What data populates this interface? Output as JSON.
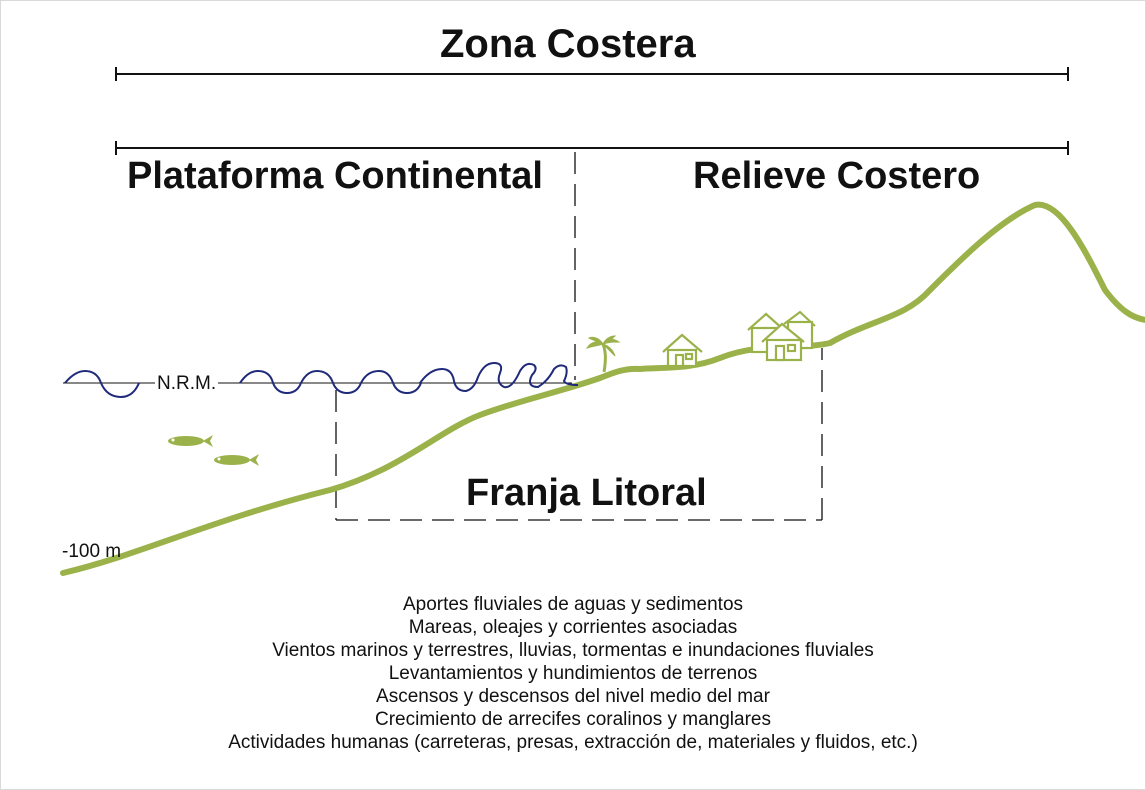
{
  "title": "Zona Costera",
  "sections": {
    "left": "Plataforma Continental",
    "right": "Relieve Costero",
    "strip": "Franja Litoral"
  },
  "labels": {
    "sea_level": "N.R.M.",
    "depth": "-100 m"
  },
  "factors": [
    "Aportes fluviales de aguas y sedimentos",
    "Mareas, oleajes y corrientes asociadas",
    "Vientos marinos y terrestres, lluvias, tormentas e inundaciones fluviales",
    "Levantamientos y hundimientos de terrenos",
    "Ascensos y descensos del nivel medio del mar",
    "Crecimiento de arrecifes coralinos y manglares",
    "Actividades humanas (carreteras, presas, extracción de, materiales y fluidos, etc.)"
  ],
  "colors": {
    "terrain": "#9bb24a",
    "water": "#1f2a7a",
    "lines": "#111111"
  },
  "icons": [
    "palm-tree-icon",
    "house-icon",
    "houses-icon",
    "fish-icon",
    "fish-icon"
  ]
}
